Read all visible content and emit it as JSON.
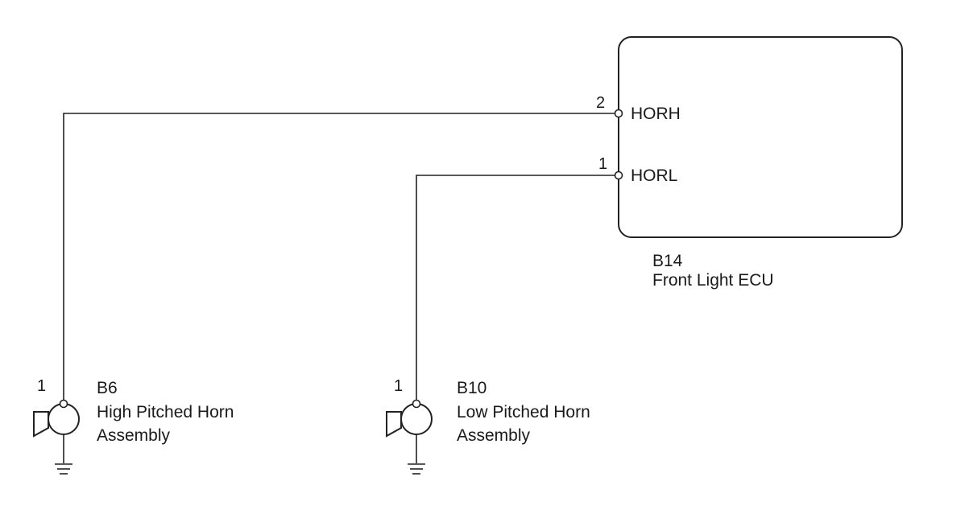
{
  "ecu": {
    "code": "B14",
    "name": "Front Light ECU",
    "pins": [
      {
        "number": "2",
        "name": "HORH"
      },
      {
        "number": "1",
        "name": "HORL"
      }
    ]
  },
  "horns": [
    {
      "code": "B6",
      "name_line1": "High Pitched Horn",
      "name_line2": "Assembly",
      "pin": "1"
    },
    {
      "code": "B10",
      "name_line1": "Low Pitched Horn",
      "name_line2": "Assembly",
      "pin": "1"
    }
  ]
}
